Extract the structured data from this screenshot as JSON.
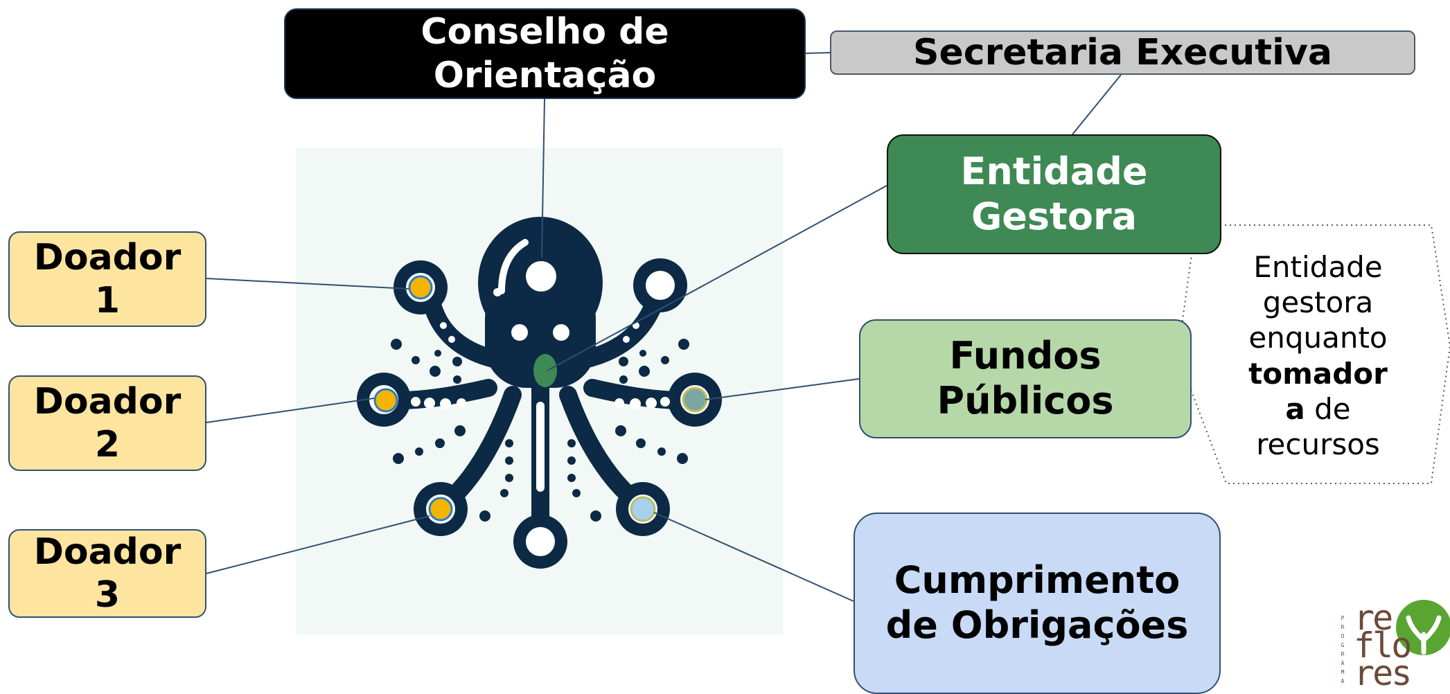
{
  "boxes": {
    "conselho": [
      "Conselho de",
      "Orientação"
    ],
    "secretaria": "Secretaria Executiva",
    "entidade": [
      "Entidade",
      "Gestora"
    ],
    "fundos": [
      "Fundos",
      "Públicos"
    ],
    "cumprimento": [
      "Cumprimento",
      "de Obrigações"
    ],
    "doador1": [
      "Doador",
      "1"
    ],
    "doador2": [
      "Doador",
      "2"
    ],
    "doador3": [
      "Doador",
      "3"
    ]
  },
  "callout": {
    "line1": "Entidade",
    "line2": "gestora",
    "line3": "enquanto",
    "bold": "tomador",
    "bold2": "a",
    "after_bold": " de",
    "line6": "recursos"
  },
  "logo": {
    "vertical_text": "PROGRAMA",
    "word_lines": [
      "re",
      "flo",
      "res"
    ]
  },
  "colors": {
    "octopus": "#0c2a45",
    "highlight_green": "#3e8954",
    "donor_yellow": "#fde5a0",
    "dot_gold": "#f5b400",
    "logo_green": "#5aa532"
  }
}
